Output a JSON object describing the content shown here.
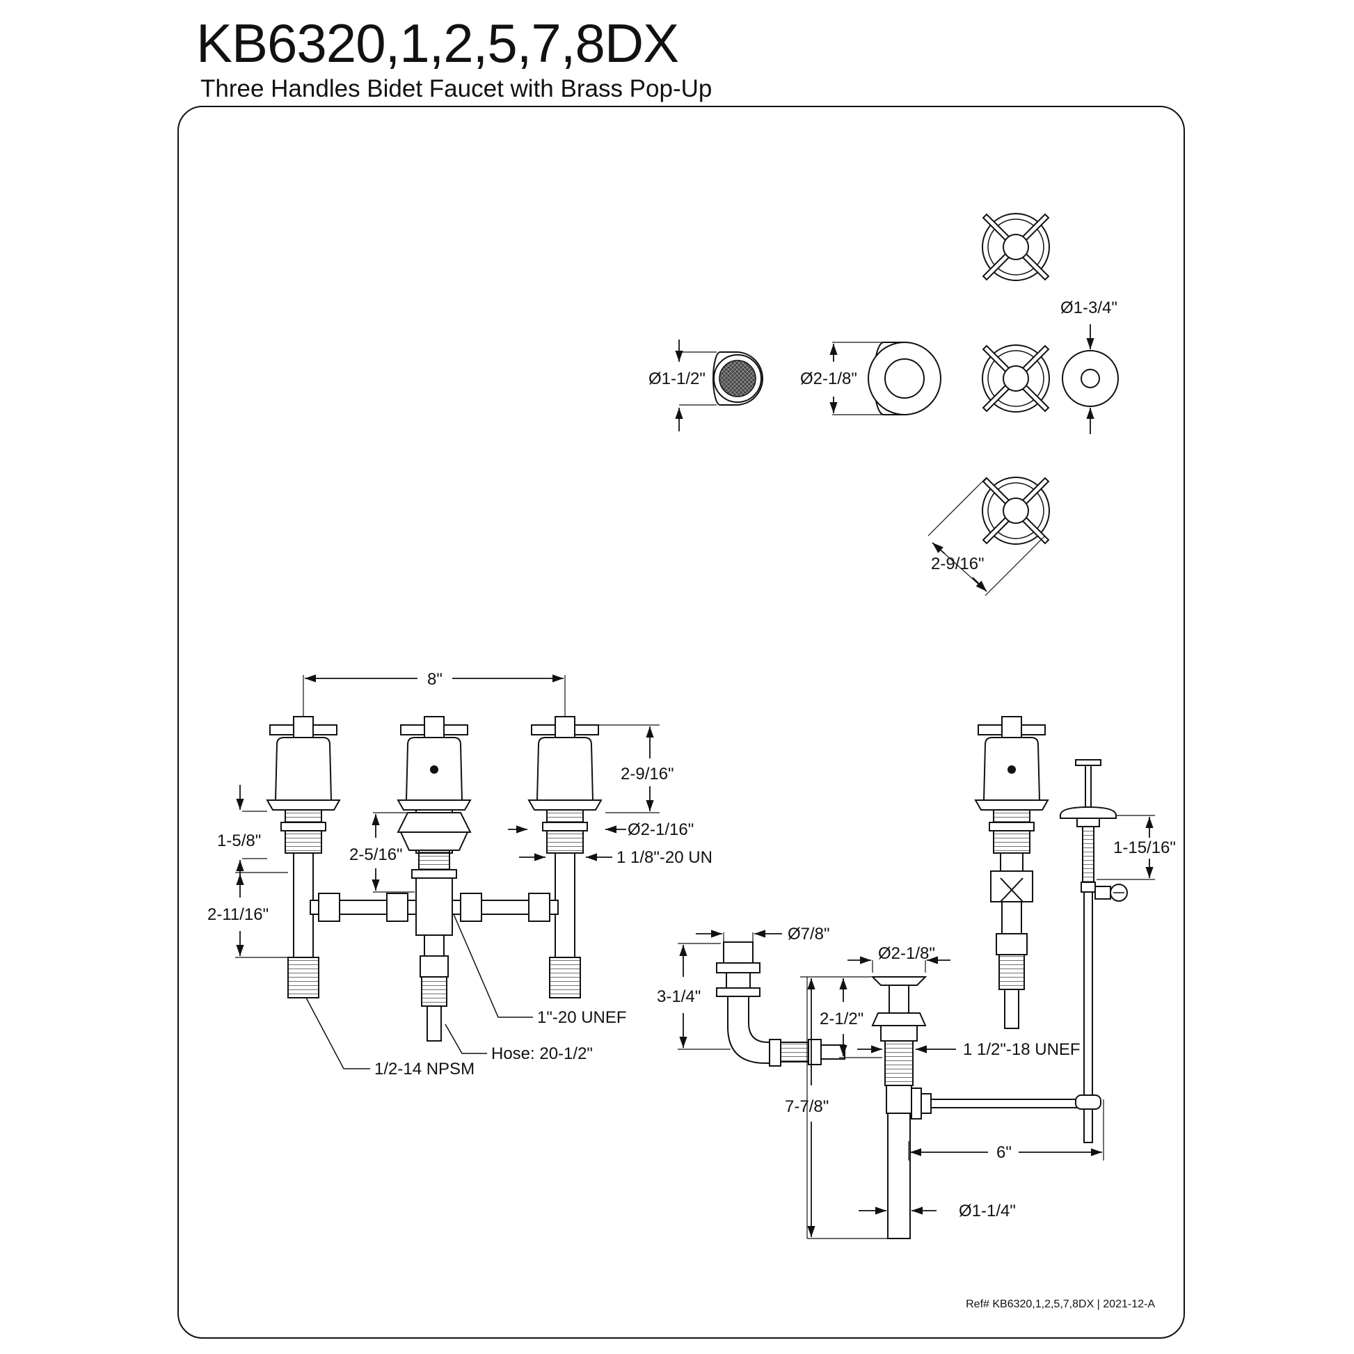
{
  "header": {
    "title": "KB6320,1,2,5,7,8DX",
    "subtitle": "Three Handles Bidet Faucet with Brass Pop-Up"
  },
  "dimensions": {
    "aerator_dia": "Ø1-1/2\"",
    "escutcheon_dia": "Ø2-1/8\"",
    "flange_dia": "Ø1-3/4\"",
    "handle_span": "2-9/16\"",
    "spread": "8\"",
    "handle_height": "2-9/16\"",
    "base_dia": "Ø2-1/16\"",
    "shank_thread": "1 1/8\"-20 UN",
    "shank_length": "1-5/8\"",
    "center_height": "2-5/16\"",
    "valve_drop": "2-11/16\"",
    "center_thread": "1\"-20 UNEF",
    "hose": "Hose: 20-1/2\"",
    "inlet_thread": "1/2-14 NPSM",
    "spray_dia": "Ø7/8\"",
    "spray_height": "3-1/4\"",
    "drain_flange_dia": "Ø2-1/8\"",
    "drain_shank": "2-1/2\"",
    "drain_thread": "1 1/2\"-18 UNEF",
    "drain_length": "7-7/8\"",
    "rod_offset": "6\"",
    "tail_dia": "Ø1-1/4\"",
    "lift_rod": "1-15/16\""
  },
  "footer": {
    "ref": "Ref# KB6320,1,2,5,7,8DX | 2021-12-A"
  }
}
